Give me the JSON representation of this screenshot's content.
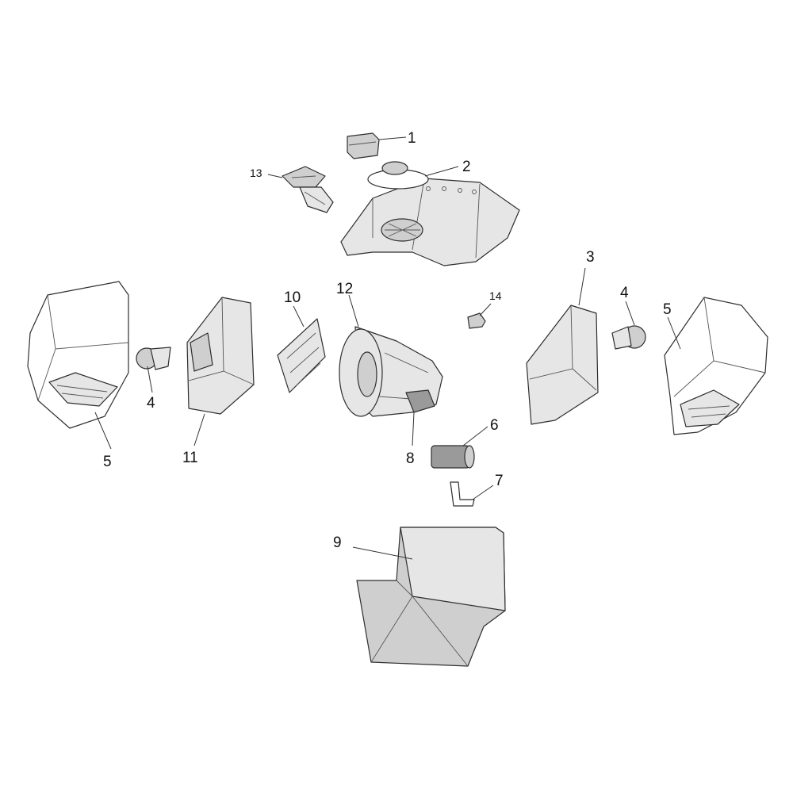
{
  "diagram": {
    "callouts": [
      {
        "id": "1"
      },
      {
        "id": "2"
      },
      {
        "id": "3"
      },
      {
        "id": "4"
      },
      {
        "id": "5"
      },
      {
        "id": "6"
      },
      {
        "id": "7"
      },
      {
        "id": "8"
      },
      {
        "id": "9"
      },
      {
        "id": "10"
      },
      {
        "id": "11"
      },
      {
        "id": "12"
      },
      {
        "id": "13"
      },
      {
        "id": "14"
      }
    ],
    "colors": {
      "line": "#2e2e2e",
      "part_fill": "#e6e6e6",
      "part_shade": "#cfcfcf",
      "background": "#ffffff"
    }
  }
}
